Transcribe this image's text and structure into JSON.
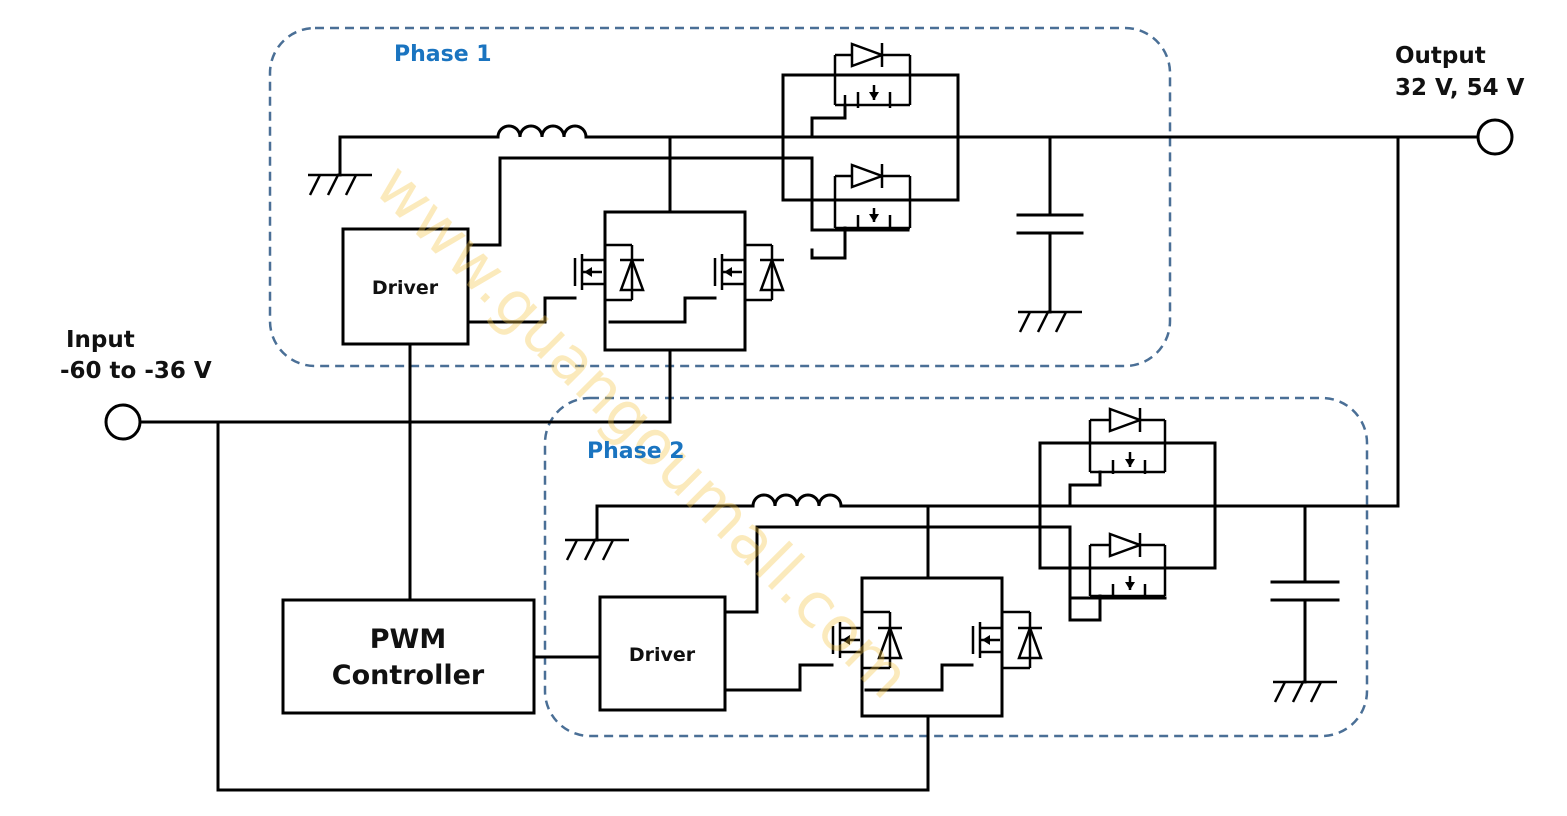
{
  "input": {
    "title": "Input",
    "range": "-60 to -36 V"
  },
  "output": {
    "title": "Output",
    "range": "32 V, 54 V"
  },
  "phase1": {
    "label": "Phase 1",
    "driver": "Driver"
  },
  "phase2": {
    "label": "Phase 2",
    "driver": "Driver"
  },
  "controller": {
    "line1": "PWM",
    "line2": "Controller"
  },
  "watermark": "www.guangoumall.com",
  "colors": {
    "phase_label": "#1a74c0",
    "phase_border": "#4a6f96",
    "watermark": "#f5c542"
  }
}
